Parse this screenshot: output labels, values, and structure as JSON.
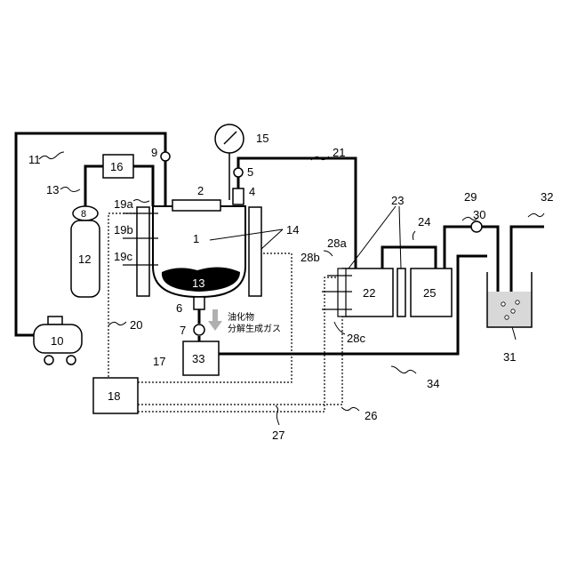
{
  "labels": {
    "n1": "1",
    "n2": "2",
    "n4": "4",
    "n5": "5",
    "n6": "6",
    "n7": "7",
    "n8": "8",
    "n9": "9",
    "n10": "10",
    "n11": "11",
    "n12": "12",
    "n13_cylinder": "13",
    "n13_reactor": "13",
    "n14": "14",
    "n15": "15",
    "n16": "16",
    "n17": "17",
    "n18": "18",
    "n19a": "19a",
    "n19b": "19b",
    "n19c": "19c",
    "n20": "20",
    "n21": "21",
    "n22": "22",
    "n23": "23",
    "n24": "24",
    "n25": "25",
    "n26": "26",
    "n27": "27",
    "n28a": "28a",
    "n28b": "28b",
    "n28c": "28c",
    "n29": "29",
    "n30": "30",
    "n31": "31",
    "n32": "32",
    "n33": "33",
    "n34": "34"
  },
  "annotation": {
    "line1": "油化物",
    "line2": "分解生成ガス"
  },
  "colors": {
    "line": "#000000",
    "arrow": "#b0b0b0",
    "liquid": "#d8d8d8",
    "waste": "#000000"
  }
}
